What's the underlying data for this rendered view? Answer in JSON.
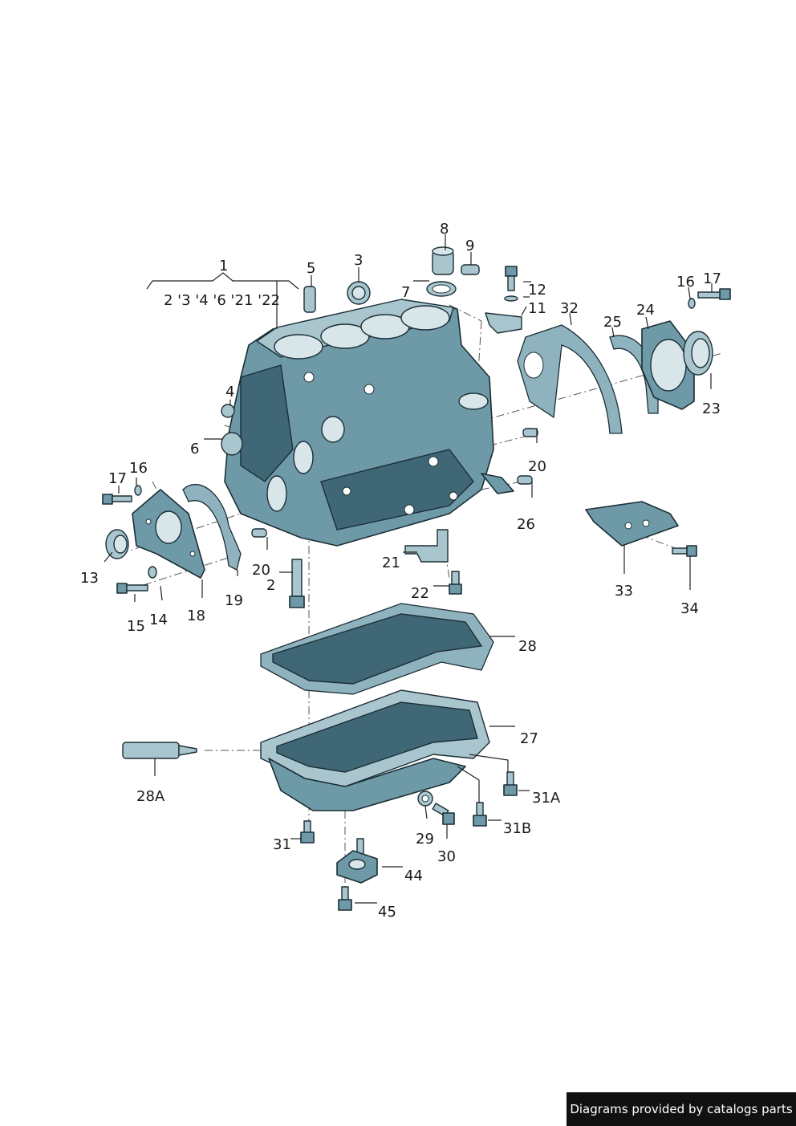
{
  "callouts": {
    "c1": "1",
    "c1_sub": "2 '3 '4 '6 '21 '22",
    "c2": "2",
    "c3": "3",
    "c4": "4",
    "c5": "5",
    "c6": "6",
    "c7": "7",
    "c8": "8",
    "c9": "9",
    "c11": "11",
    "c12": "12",
    "c13": "13",
    "c14": "14",
    "c15": "15",
    "c16a": "16",
    "c16b": "16",
    "c17a": "17",
    "c17b": "17",
    "c18": "18",
    "c19": "19",
    "c20a": "20",
    "c20b": "20",
    "c21": "21",
    "c22": "22",
    "c23": "23",
    "c24": "24",
    "c25": "25",
    "c26": "26",
    "c27": "27",
    "c28": "28",
    "c28a": "28A",
    "c29": "29",
    "c30": "30",
    "c31": "31",
    "c31a": "31A",
    "c31b": "31B",
    "c32": "32",
    "c33": "33",
    "c34": "34",
    "c44": "44",
    "c45": "45"
  },
  "footer": {
    "text": "Diagrams provided by catalogs parts"
  },
  "colors": {
    "part": "#6e9aa8",
    "outline": "#1c2e36",
    "footer_bg": "#111111"
  }
}
